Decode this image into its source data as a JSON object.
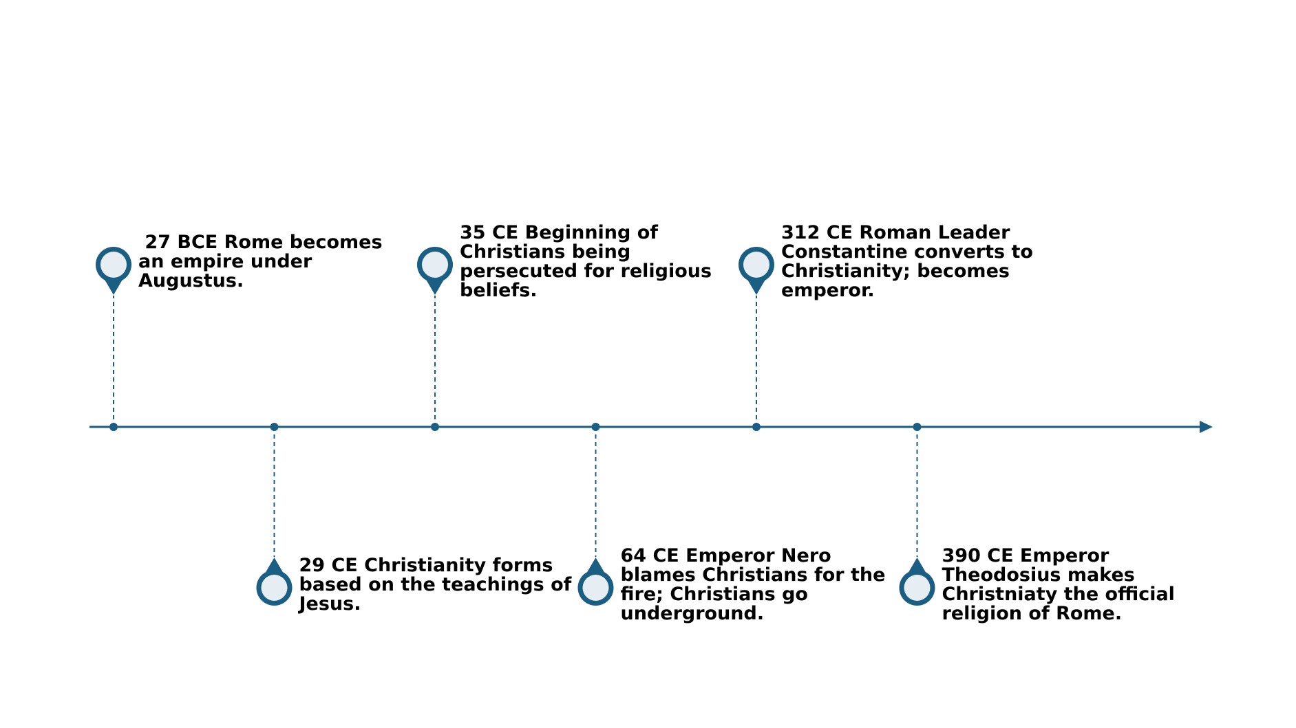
{
  "colors": {
    "axis": "#1b5e83",
    "marker_fill": "#e6eef3",
    "text": "#000000"
  },
  "marker_icon": "map-pin-icon",
  "events": [
    {
      "label": " 27 BCE Rome becomes\nan empire under\nAugustus.",
      "side": "above"
    },
    {
      "label": "29 CE Christianity forms\nbased on the teachings of\nJesus.",
      "side": "below"
    },
    {
      "label": "35 CE Beginning of\nChristians being\npersecuted for religious\nbeliefs.",
      "side": "above"
    },
    {
      "label": "64 CE Emperor Nero\nblames Christians for the\nfire; Christians go\nunderground.",
      "side": "below"
    },
    {
      "label": "312 CE Roman Leader\nConstantine converts to\nChristianity; becomes\nemperor.",
      "side": "above"
    },
    {
      "label": "390 CE Emperor\nTheodosius makes\nChristniaty the official\nreligion of Rome.",
      "side": "below"
    }
  ]
}
